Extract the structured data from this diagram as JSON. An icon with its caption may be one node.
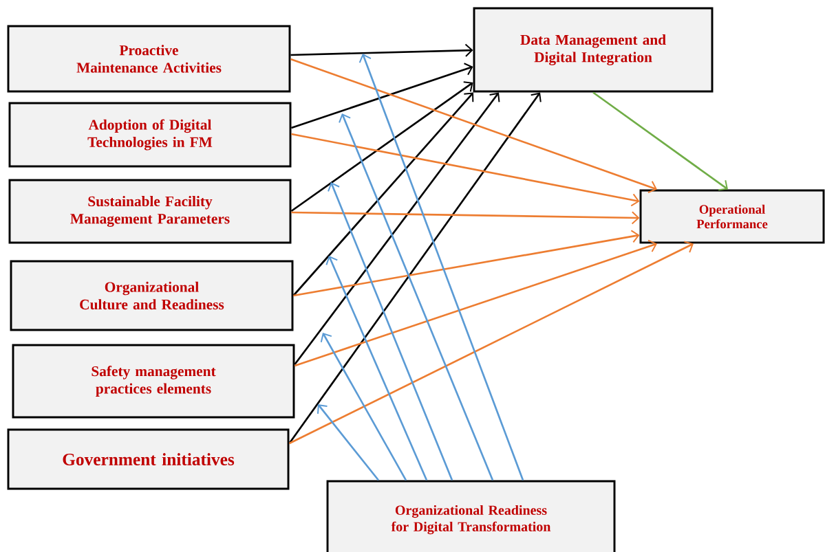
{
  "diagram": {
    "nodes": [
      {
        "text": [
          "Proactive Maintenance Activities"
        ]
      },
      {
        "text": [
          "Adoption of Digital Technologies in FM"
        ]
      },
      {
        "text": [
          "Sustainable Facility Management Parameters"
        ]
      },
      {
        "text": [
          "Organizational Culture and Readiness"
        ]
      },
      {
        "text": [
          "Safety management practices elements"
        ]
      },
      {
        "text": [
          "Government initiatives"
        ]
      },
      {
        "text": [
          "Data Management and Digital Integration"
        ]
      },
      {
        "text": [
          "Operational Performance"
        ]
      },
      {
        "text": [
          "Organizational Readiness for Digital Transformation"
        ]
      }
    ],
    "edges": [
      {
        "from": 0,
        "to": 6,
        "arrow": "to"
      },
      {
        "from": 1,
        "to": 6,
        "arrow": "to"
      },
      {
        "from": 2,
        "to": 6,
        "arrow": "to"
      },
      {
        "from": 3,
        "to": 6,
        "arrow": "to"
      },
      {
        "from": 4,
        "to": 6,
        "arrow": "to"
      },
      {
        "from": 5,
        "to": 6,
        "arrow": "to"
      },
      {
        "from": 0,
        "to": 7,
        "arrow": "to",
        "color": "#ed7d31"
      },
      {
        "from": 1,
        "to": 7,
        "arrow": "to",
        "color": "#ed7d31"
      },
      {
        "from": 2,
        "to": 7,
        "arrow": "to",
        "color": "#ed7d31"
      },
      {
        "from": 3,
        "to": 7,
        "arrow": "to",
        "color": "#ed7d31"
      },
      {
        "from": 4,
        "to": 7,
        "arrow": "to",
        "color": "#ed7d31"
      },
      {
        "from": 5,
        "to": 7,
        "arrow": "to",
        "color": "#ed7d31"
      },
      {
        "from": 6,
        "to": 7,
        "arrow": "to",
        "color": "#70ad47"
      },
      {
        "from": 8,
        "to": null,
        "arrow": "to",
        "color": "#5b9bd5"
      },
      {
        "from": 8,
        "to": null,
        "arrow": "to",
        "color": "#5b9bd5"
      },
      {
        "from": 8,
        "to": null,
        "arrow": "to",
        "color": "#5b9bd5"
      },
      {
        "from": 8,
        "to": null,
        "arrow": "to",
        "color": "#5b9bd5"
      },
      {
        "from": 8,
        "to": null,
        "arrow": "to",
        "color": "#5b9bd5"
      },
      {
        "from": 8,
        "to": null,
        "arrow": "to",
        "color": "#5b9bd5"
      }
    ]
  }
}
